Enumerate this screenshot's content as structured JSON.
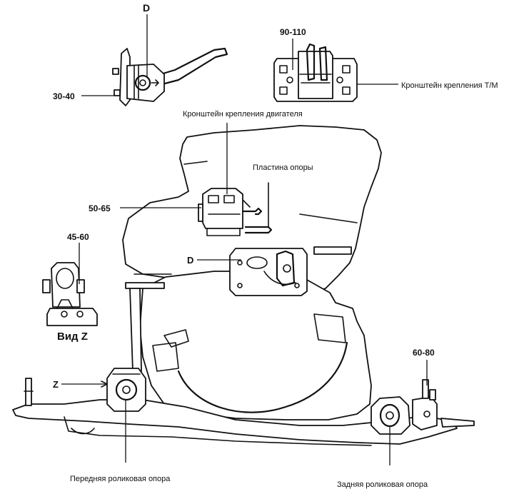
{
  "labels": {
    "d_top": "D",
    "torque_30_40": "30-40",
    "torque_90_110": "90-110",
    "bracket_tm": "Кронштейн крепления Т/М",
    "bracket_engine": "Кронштейн крепления двигателя",
    "support_plate": "Пластина опоры",
    "torque_50_65": "50-65",
    "torque_45_60": "45-60",
    "d_mid": "D",
    "view_z": "Вид Z",
    "z_arrow": "Z",
    "torque_60_80": "60-80",
    "front_mount": "Передняя роликовая опора",
    "rear_mount": "Задняя роликовая опора"
  }
}
